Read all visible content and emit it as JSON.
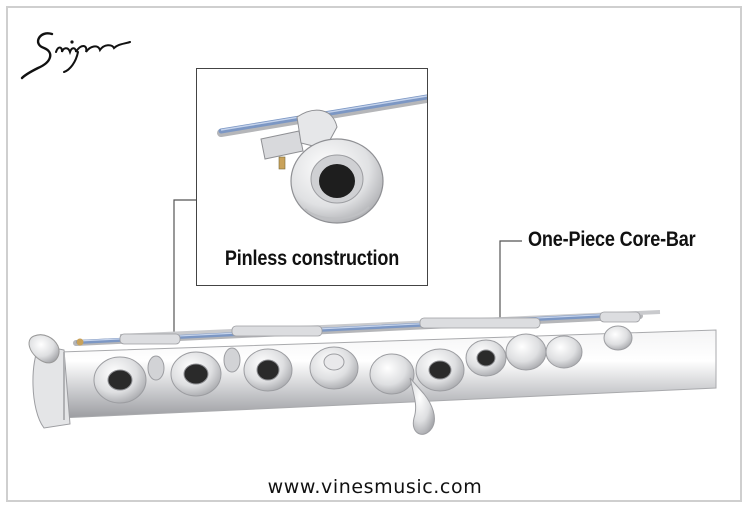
{
  "brand": {
    "logo_icon": "signature-logo-icon"
  },
  "inset": {
    "caption": "Pinless construction",
    "image_icon": "key-cup-closeup-icon"
  },
  "callout": {
    "label": "One-Piece Core-Bar"
  },
  "product": {
    "image_icon": "flute-body-icon"
  },
  "footer": {
    "website": "www.vinesmusic.com"
  },
  "colors": {
    "core_bar_blue": "#7c97c4",
    "silver": "#d9dadc",
    "frame": "#cfcfcf"
  }
}
